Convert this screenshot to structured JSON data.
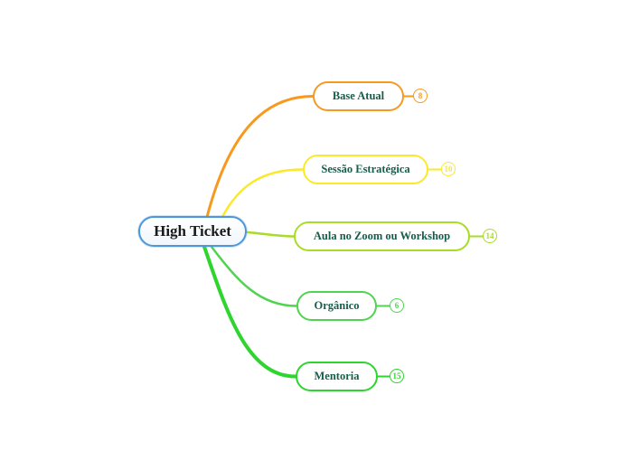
{
  "canvas": {
    "background": "#ffffff"
  },
  "root": {
    "label": "High Ticket",
    "border_color": "#4e97d8",
    "text_color": "#1a1a1a"
  },
  "label_text_color": "#185c4a",
  "branches": [
    {
      "id": "base-atual",
      "label": "Base Atual",
      "count": "8",
      "color": "#f7991f"
    },
    {
      "id": "sessao-estrategica",
      "label": "Sessão Estratégica",
      "count": "10",
      "color": "#fbe929"
    },
    {
      "id": "aula-zoom-workshop",
      "label": "Aula no Zoom ou Workshop",
      "count": "14",
      "color": "#a9dc27"
    },
    {
      "id": "organico",
      "label": "Orgânico",
      "count": "6",
      "color": "#4fd44f"
    },
    {
      "id": "mentoria",
      "label": "Mentoria",
      "count": "15",
      "color": "#2ed52e"
    }
  ]
}
